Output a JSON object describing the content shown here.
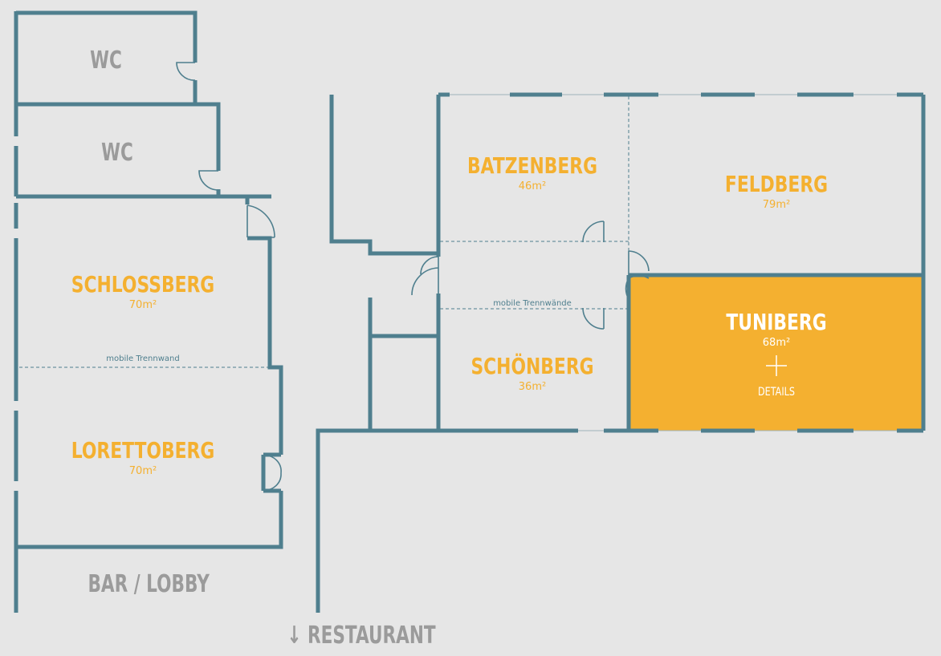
{
  "colors": {
    "background": "#e6e6e6",
    "wall": "#4f7f8e",
    "accent": "#f4b030",
    "label_grey": "#9b9b9b"
  },
  "labels": {
    "wc_top": "WC",
    "wc_bottom": "WC",
    "bar_lobby": "BAR / LOBBY",
    "restaurant": "↓ RESTAURANT"
  },
  "notes": {
    "mobile_trennwand": "mobile Trennwand",
    "mobile_trennwaende": "mobile Trennwände"
  },
  "rooms": {
    "schlossberg": {
      "name": "SCHLOSSBERG",
      "area": "70m²"
    },
    "lorettoberg": {
      "name": "LORETTOBERG",
      "area": "70m²"
    },
    "batzenberg": {
      "name": "BATZENBERG",
      "area": "46m²"
    },
    "feldberg": {
      "name": "FELDBERG",
      "area": "79m²"
    },
    "schoenberg": {
      "name": "SCHÖNBERG",
      "area": "36m²"
    },
    "tuniberg": {
      "name": "TUNIBERG",
      "area": "68m²",
      "details": "DETAILS",
      "highlighted": true
    }
  },
  "icons": [
    "plus-icon",
    "door-icon"
  ]
}
